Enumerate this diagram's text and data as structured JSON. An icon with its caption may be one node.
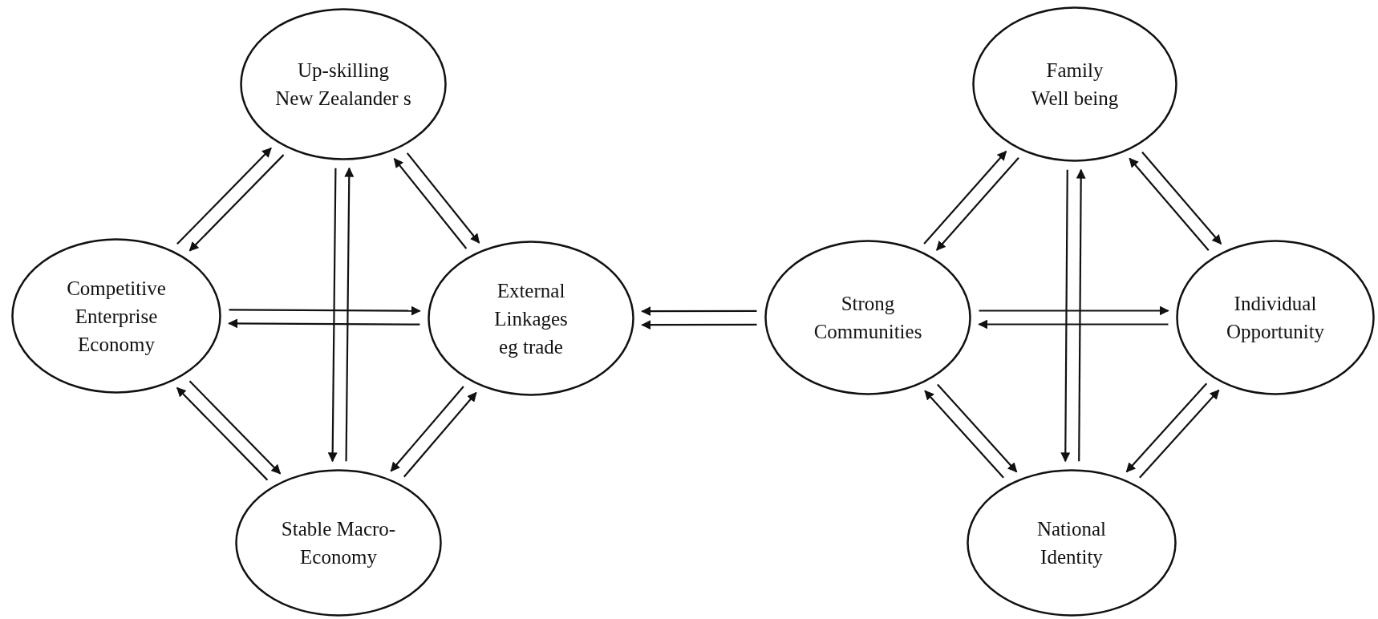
{
  "diagram": {
    "nodes": [
      {
        "text": [
          "Up-skilling",
          "New Zealander s"
        ]
      },
      {
        "text": [
          "Family Well being"
        ]
      },
      {
        "text": [
          "Competitive Enterprise Economy"
        ]
      },
      {
        "text": [
          "External Linkages eg trade"
        ]
      },
      {
        "text": [
          "Strong Communities"
        ]
      },
      {
        "text": [
          "Individual Opportunity"
        ]
      },
      {
        "text": [
          "Stable Macro- Economy"
        ]
      },
      {
        "text": [
          "National",
          "Identity"
        ]
      }
    ],
    "edges": [
      {
        "from": 0,
        "to": 2,
        "arrow": "to"
      },
      {
        "from": 2,
        "to": 0,
        "arrow": "to"
      },
      {
        "from": 0,
        "to": 3,
        "arrow": "to"
      },
      {
        "from": 3,
        "to": 0,
        "arrow": "to"
      },
      {
        "from": 6,
        "to": 0,
        "arrow": "to"
      },
      {
        "from": 0,
        "to": 6,
        "arrow": "to"
      },
      {
        "from": 2,
        "to": 3,
        "arrow": "to"
      },
      {
        "from": 3,
        "to": 2,
        "arrow": "to"
      },
      {
        "from": 2,
        "to": 6,
        "arrow": "to"
      },
      {
        "from": 6,
        "to": 2,
        "arrow": "to"
      },
      {
        "from": 6,
        "to": 3,
        "arrow": "to"
      },
      {
        "from": 3,
        "to": 6,
        "arrow": "to"
      },
      {
        "from": 4,
        "to": 3,
        "arrow": "to"
      },
      {
        "from": 4,
        "to": 3,
        "arrow": "to"
      },
      {
        "from": 1,
        "to": 4,
        "arrow": "to"
      },
      {
        "from": 4,
        "to": 1,
        "arrow": "to"
      },
      {
        "from": 1,
        "to": 5,
        "arrow": "to"
      },
      {
        "from": 5,
        "to": 1,
        "arrow": "to"
      },
      {
        "from": 7,
        "to": 1,
        "arrow": "to"
      },
      {
        "from": 1,
        "to": 7,
        "arrow": "to"
      },
      {
        "from": 4,
        "to": 5,
        "arrow": "to"
      },
      {
        "from": 5,
        "to": 4,
        "arrow": "to"
      },
      {
        "from": 4,
        "to": 7,
        "arrow": "to"
      },
      {
        "from": 7,
        "to": 4,
        "arrow": "to"
      },
      {
        "from": 7,
        "to": 5,
        "arrow": "to"
      },
      {
        "from": 5,
        "to": 7,
        "arrow": "to"
      }
    ]
  }
}
